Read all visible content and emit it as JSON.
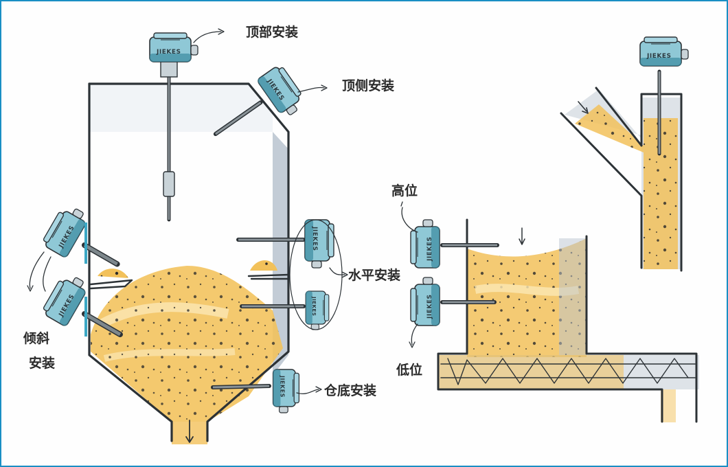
{
  "labels": {
    "top_mount": "顶部安装",
    "top_side_mount": "顶侧安装",
    "horizontal_mount": "水平安装",
    "tilted_mount_line1": "倾斜",
    "tilted_mount_line2": "安装",
    "bottom_mount": "仓底安装",
    "high_level": "高位",
    "low_level": "低位"
  },
  "sensor": {
    "brand": "JIEKES"
  },
  "colors": {
    "frame": "#1a8fc4",
    "material": "#f2c15a",
    "material_light": "#f8dd96",
    "wall_shadow": "#b9c3cf",
    "sensor_body": "#8fc8d6",
    "sensor_dark": "#3b8aa0",
    "ink": "#2c3236"
  }
}
